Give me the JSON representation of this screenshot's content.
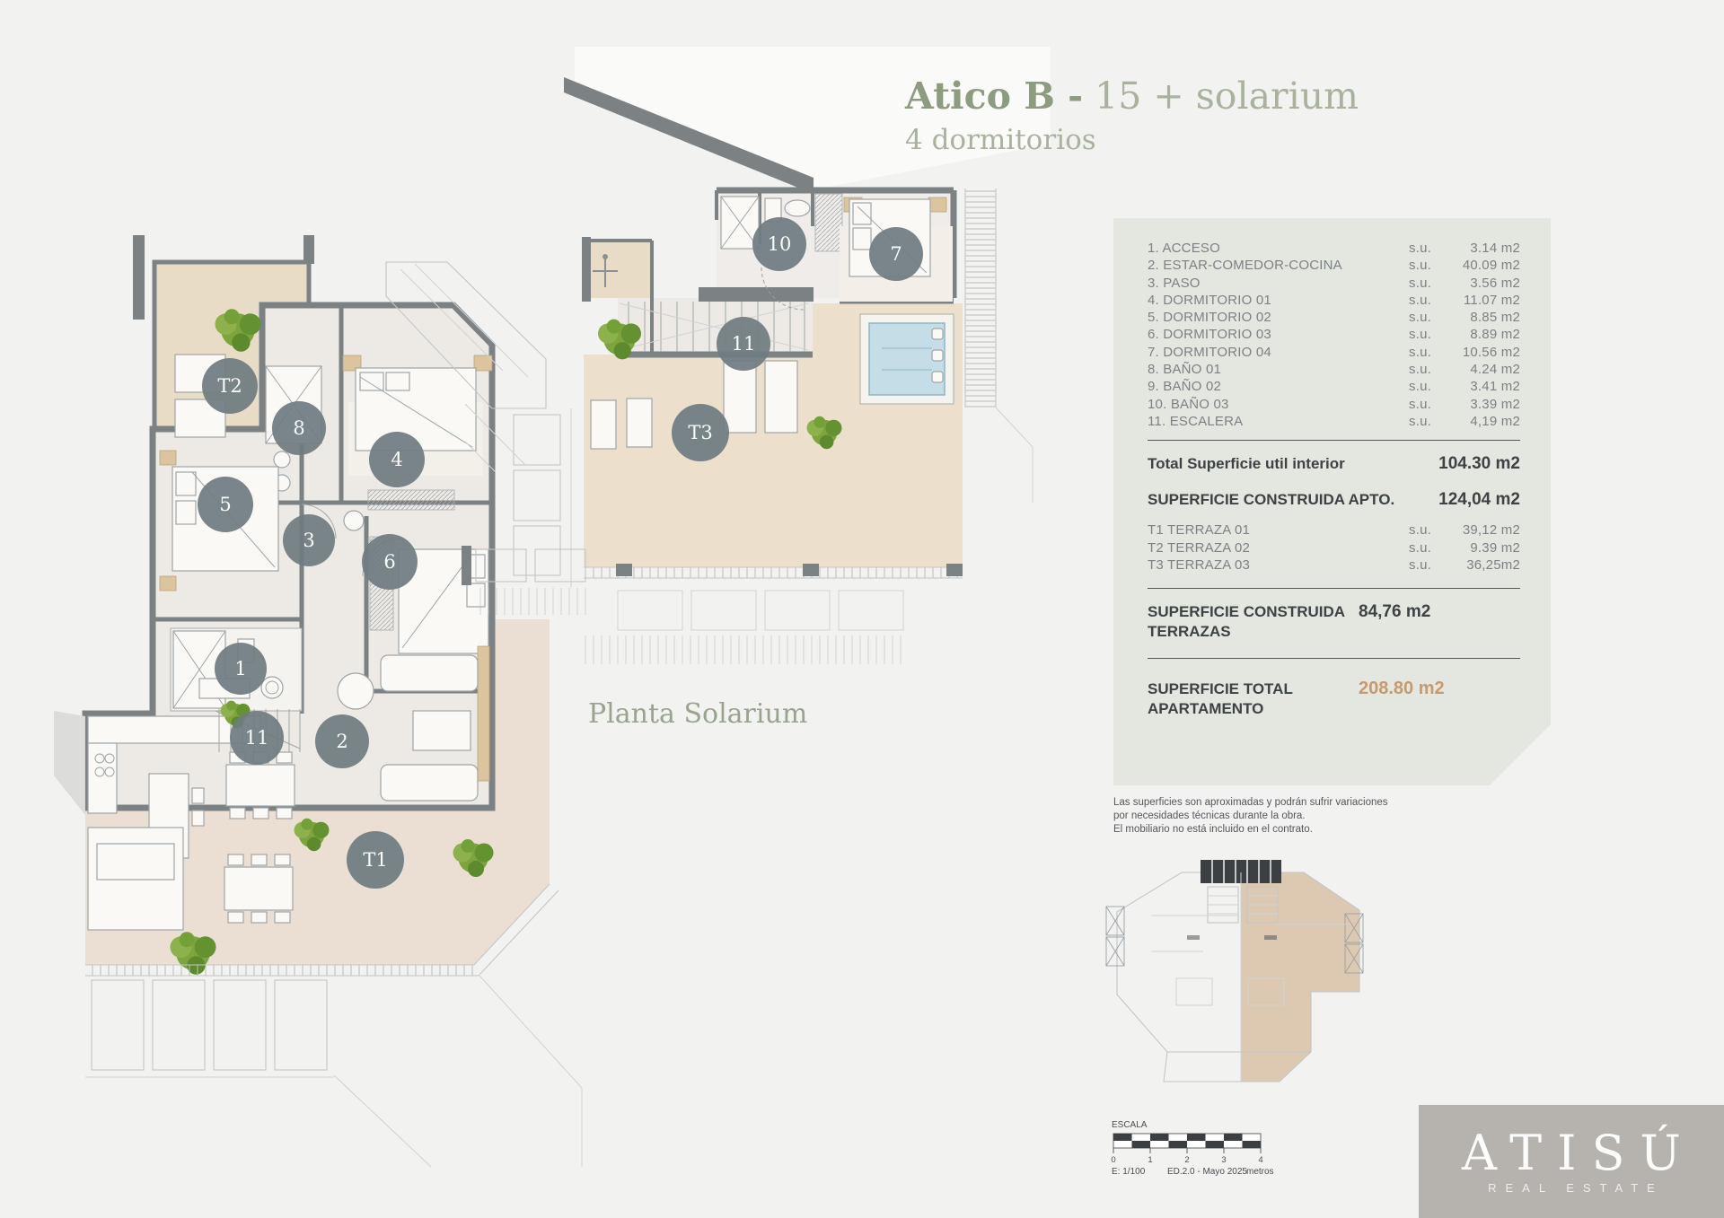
{
  "header": {
    "title_bold": "Atico B -",
    "title_light": " 15 + solarium",
    "subtitle": "4 dormitorios"
  },
  "plans": {
    "main": {
      "markers": [
        {
          "label": "T2"
        },
        {
          "label": "8"
        },
        {
          "label": "4"
        },
        {
          "label": "5"
        },
        {
          "label": "3"
        },
        {
          "label": "6"
        },
        {
          "label": "1"
        },
        {
          "label": "11"
        },
        {
          "label": "2"
        },
        {
          "label": "T1"
        }
      ]
    },
    "solarium": {
      "caption": "Planta Solarium",
      "markers": [
        {
          "label": "10"
        },
        {
          "label": "7"
        },
        {
          "label": "11"
        },
        {
          "label": "T3"
        }
      ]
    }
  },
  "panel": {
    "rows": [
      {
        "label": "1. ACCESO",
        "su": "s.u.",
        "value": "3.14 m2"
      },
      {
        "label": "2. ESTAR-COMEDOR-COCINA",
        "su": "s.u.",
        "value": "40.09 m2"
      },
      {
        "label": "3. PASO",
        "su": "s.u.",
        "value": "3.56 m2"
      },
      {
        "label": "4. DORMITORIO 01",
        "su": "s.u.",
        "value": "11.07 m2"
      },
      {
        "label": "5. DORMITORIO 02",
        "su": "s.u.",
        "value": "8.85 m2"
      },
      {
        "label": "6. DORMITORIO 03",
        "su": "s.u.",
        "value": "8.89 m2"
      },
      {
        "label": "7. DORMITORIO 04",
        "su": "s.u.",
        "value": "10.56 m2"
      },
      {
        "label": "8. BAÑO 01",
        "su": "s.u.",
        "value": "4.24 m2"
      },
      {
        "label": "9. BAÑO 02",
        "su": "s.u.",
        "value": "3.41 m2"
      },
      {
        "label": "10. BAÑO 03",
        "su": "s.u.",
        "value": "3.39 m2"
      },
      {
        "label": "11. ESCALERA",
        "su": "s.u.",
        "value": "4,19 m2"
      }
    ],
    "util_label": "Total Superficie util interior",
    "util_value": "104.30 m2",
    "construida_label": "SUPERFICIE CONSTRUIDA APTO.",
    "construida_value": "124,04 m2",
    "terrazas": [
      {
        "label": "T1 TERRAZA 01",
        "su": "s.u.",
        "value": "39,12 m2"
      },
      {
        "label": "T2 TERRAZA 02",
        "su": "s.u.",
        "value": "9.39 m2"
      },
      {
        "label": "T3 TERRAZA 03",
        "su": "s.u.",
        "value": "36,25m2"
      }
    ],
    "terrazas_total_label": "SUPERFICIE CONSTRUIDA TERRAZAS",
    "terrazas_total_value": "84,76 m2",
    "total_label": "SUPERFICIE TOTAL APARTAMENTO",
    "total_value": "208.80 m2"
  },
  "disclaimer": {
    "line1": "Las superficies son aproximadas y podrán sufrir variaciones",
    "line2": "por necesidades técnicas durante la obra.",
    "line3": "El mobiliario no está incluido en el contrato."
  },
  "scalebar": {
    "label": "ESCALA",
    "ticks": [
      "0",
      "1",
      "2",
      "3",
      "4"
    ],
    "scale": "E: 1/100",
    "edition": "ED.2.0 - Mayo 2025",
    "units": "metros"
  },
  "logo": {
    "name": "ATISÚ",
    "tagline": "REAL ESTATE"
  },
  "colors": {
    "title_green": "#8d9b7f",
    "title_light": "#a9b29c",
    "panel_background": "#e3e7e0",
    "total_accent": "#c69a6e",
    "wall": "#7c8184",
    "terrace_floor": "#eadfd2",
    "terrace_tan": "#e9dcc7",
    "interior_floor": "#edeae5",
    "pool": "#c4dde6",
    "marker": "#6f7c81",
    "plant_green": "#7ea43e",
    "logo_background": "#b6b2ae"
  }
}
